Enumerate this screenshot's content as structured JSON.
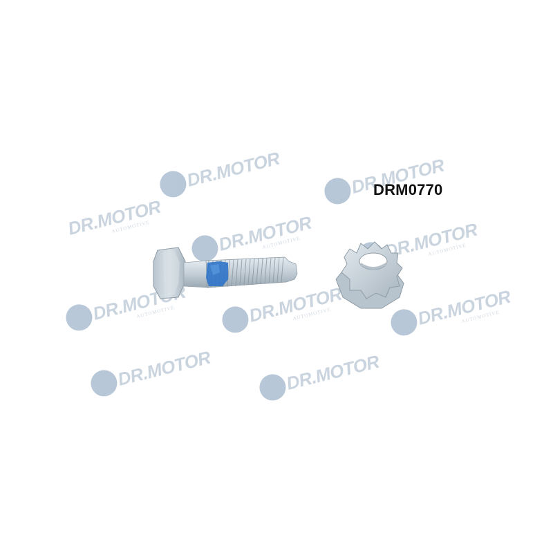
{
  "product": {
    "code": "DRM0770"
  },
  "watermark": {
    "brand": "DR.MOTOR",
    "sub": "AUTOMOTIVE",
    "color": "#7d9bb8"
  },
  "colors": {
    "metal": "#c9d3da",
    "thread_lock": "#2f74c9"
  }
}
